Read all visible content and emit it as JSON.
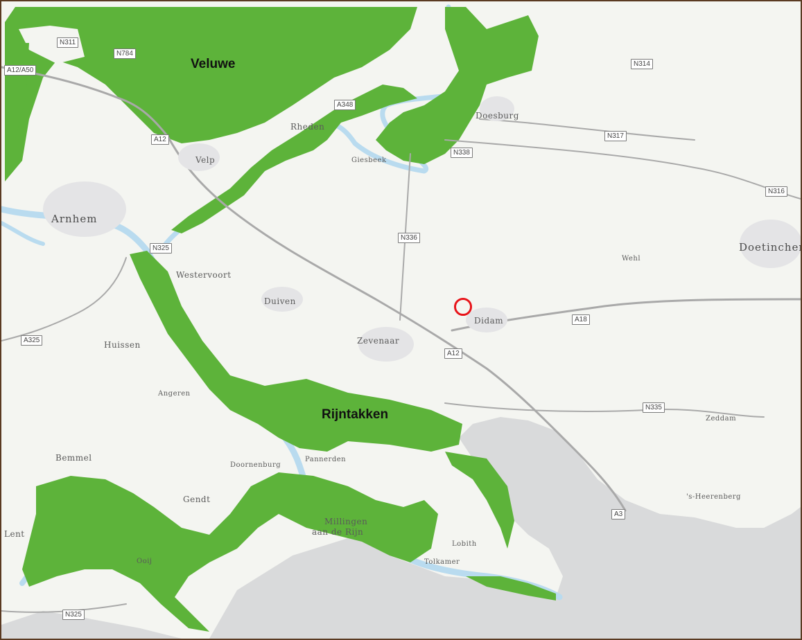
{
  "colors": {
    "natura2000": "#5db33a",
    "water": "#b9dbef",
    "outside_nl": "#d9dadb",
    "land": "#f4f5f1",
    "marker": "#e8141a",
    "frame": "#5a3a22"
  },
  "areas": {
    "veluwe": "Veluwe",
    "rijntakken": "Rijntakken"
  },
  "places": {
    "arnhem": "Arnhem",
    "doetinchem": "Doetinchem",
    "velp": "Velp",
    "rheden": "Rheden",
    "doesburg": "Doesburg",
    "giesbeek": "Giesbeek",
    "westervoort": "Westervoort",
    "duiven": "Duiven",
    "zevenaar": "Zevenaar",
    "didam": "Didam",
    "wehl": "Wehl",
    "huissen": "Huissen",
    "angeren": "Angeren",
    "bemmel": "Bemmel",
    "doornenburg": "Doornenburg",
    "pannerden": "Pannerden",
    "gendt": "Gendt",
    "millingen_1": "Millingen",
    "millingen_2": "aan de Rijn",
    "lobith": "Lobith",
    "tolkamer": "Tolkamer",
    "ooij": "Ooij",
    "zeddam": "Zeddam",
    "heerenberg": "'s-Heerenberg",
    "lent": "Lent"
  },
  "roads": {
    "n311": "N311",
    "n784": "N784",
    "a12_nw": "A12/A50",
    "a348": "A348",
    "n314": "N314",
    "n317": "N317",
    "n338": "N338",
    "n316": "N316",
    "a12_w": "A12",
    "n325_n": "N325",
    "n336": "N336",
    "a18": "A18",
    "a12_s": "A12",
    "a325": "A325",
    "n335": "N335",
    "a3": "A3",
    "n325_s": "N325"
  }
}
